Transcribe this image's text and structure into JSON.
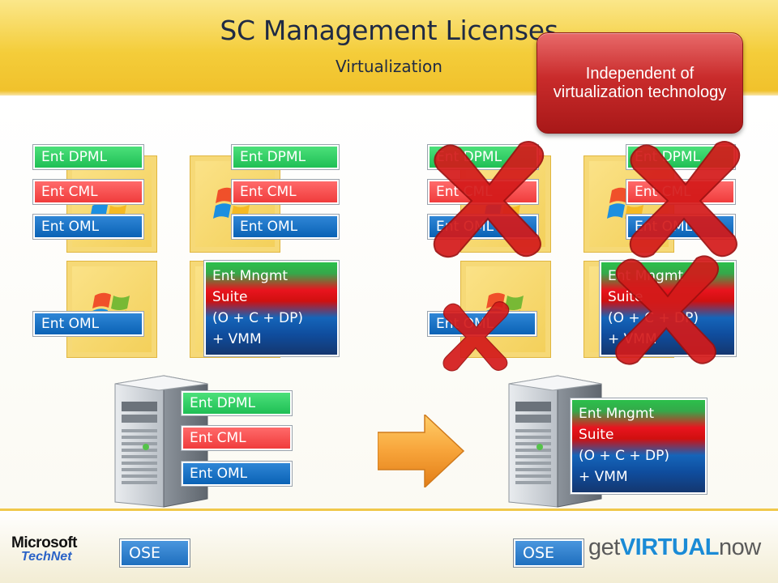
{
  "header": {
    "title": "SC Management Licenses",
    "subtitle": "Virtualization"
  },
  "callout": {
    "text": "Independent of virtualization technology",
    "color": "#c92b2b"
  },
  "licenses": {
    "dpml": "Ent DPML",
    "cml": "Ent CML",
    "oml": "Ent OML",
    "suite_lines": [
      "Ent Mngmt",
      "Suite",
      "(O + C + DP)",
      "+ VMM"
    ]
  },
  "ose_label": "OSE",
  "footer": {
    "microsoft": "Microsoft",
    "technet": "TechNet",
    "brand_prefix": "get",
    "brand_mid": "VIRTUAL",
    "brand_suffix": "now"
  },
  "colors": {
    "dpml": "#1fbf55",
    "cml": "#f03c3c",
    "oml": "#0a62b5",
    "header": "#f4cd3a",
    "cross": "#d41a1a"
  },
  "icons": [
    "windows-logo-icon",
    "server-tower-icon",
    "arrow-right-icon",
    "red-x-icon"
  ]
}
